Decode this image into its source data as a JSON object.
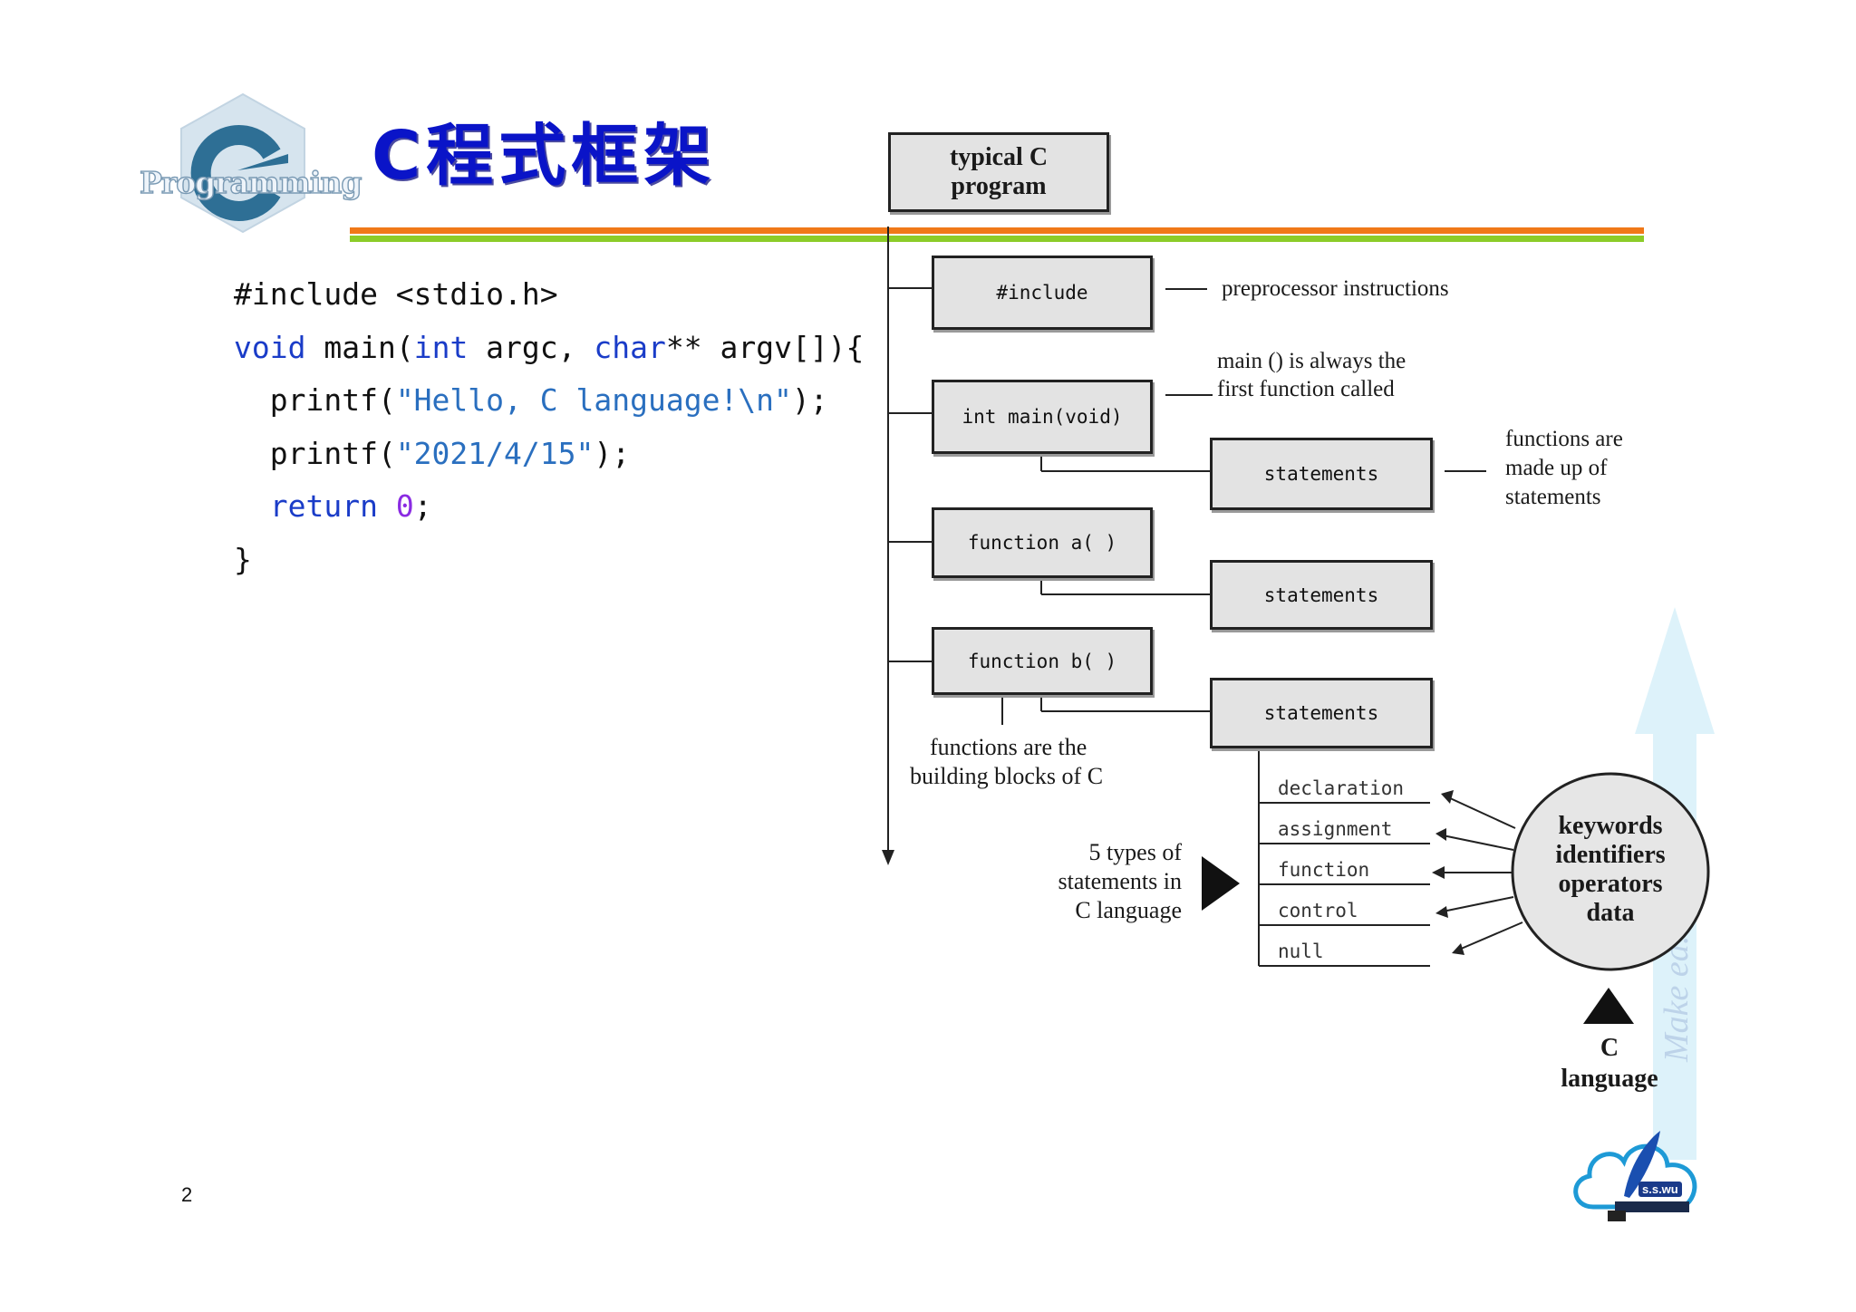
{
  "slide": {
    "title": "C程式框架",
    "page_number": "2"
  },
  "logo": {
    "text": "Programming"
  },
  "code": {
    "line1": "#include <stdio.h>",
    "line2": {
      "kw1": "void",
      "t1": " main(",
      "kw2": "int",
      "t2": " argc, ",
      "kw3": "char",
      "t3": "** argv[]){"
    },
    "line3": {
      "t1": "  printf(",
      "str": "\"Hello, C language!\\n\"",
      "t2": ");"
    },
    "line4": {
      "t1": "  printf(",
      "str": "\"2021/4/15\"",
      "t2": ");"
    },
    "line5": {
      "kw": "  return",
      "sp": " ",
      "num": "0",
      "t": ";"
    },
    "line6": "}"
  },
  "diagram": {
    "root": "typical C\nprogram",
    "include_box": "#include",
    "include_note": "preprocessor instructions",
    "main_box": "int main(void)",
    "main_note_1": "main () is always the",
    "main_note_2": "first function called",
    "statements": "statements",
    "statements_note_1": "functions are",
    "statements_note_2": "made up of",
    "statements_note_3": "statements",
    "func_a": "function a( )",
    "func_b": "function b( )",
    "blocks_note_1": "functions are the",
    "blocks_note_2": "building blocks of C",
    "types_note_1": "5 types of",
    "types_note_2": "statements in",
    "types_note_3": "C language",
    "statement_types": [
      "declaration",
      "assignment",
      "function",
      "control",
      "null"
    ],
    "circle": [
      "keywords",
      "identifiers",
      "operators",
      "data"
    ],
    "c_language_1": "C",
    "c_language_2": "language"
  },
  "watermark": {
    "text": "Make ea... ...nt",
    "badge": "s.s.wu"
  },
  "colors": {
    "title": "#0a14c8",
    "rule_orange": "#f07818",
    "rule_green": "#8ccc28"
  }
}
